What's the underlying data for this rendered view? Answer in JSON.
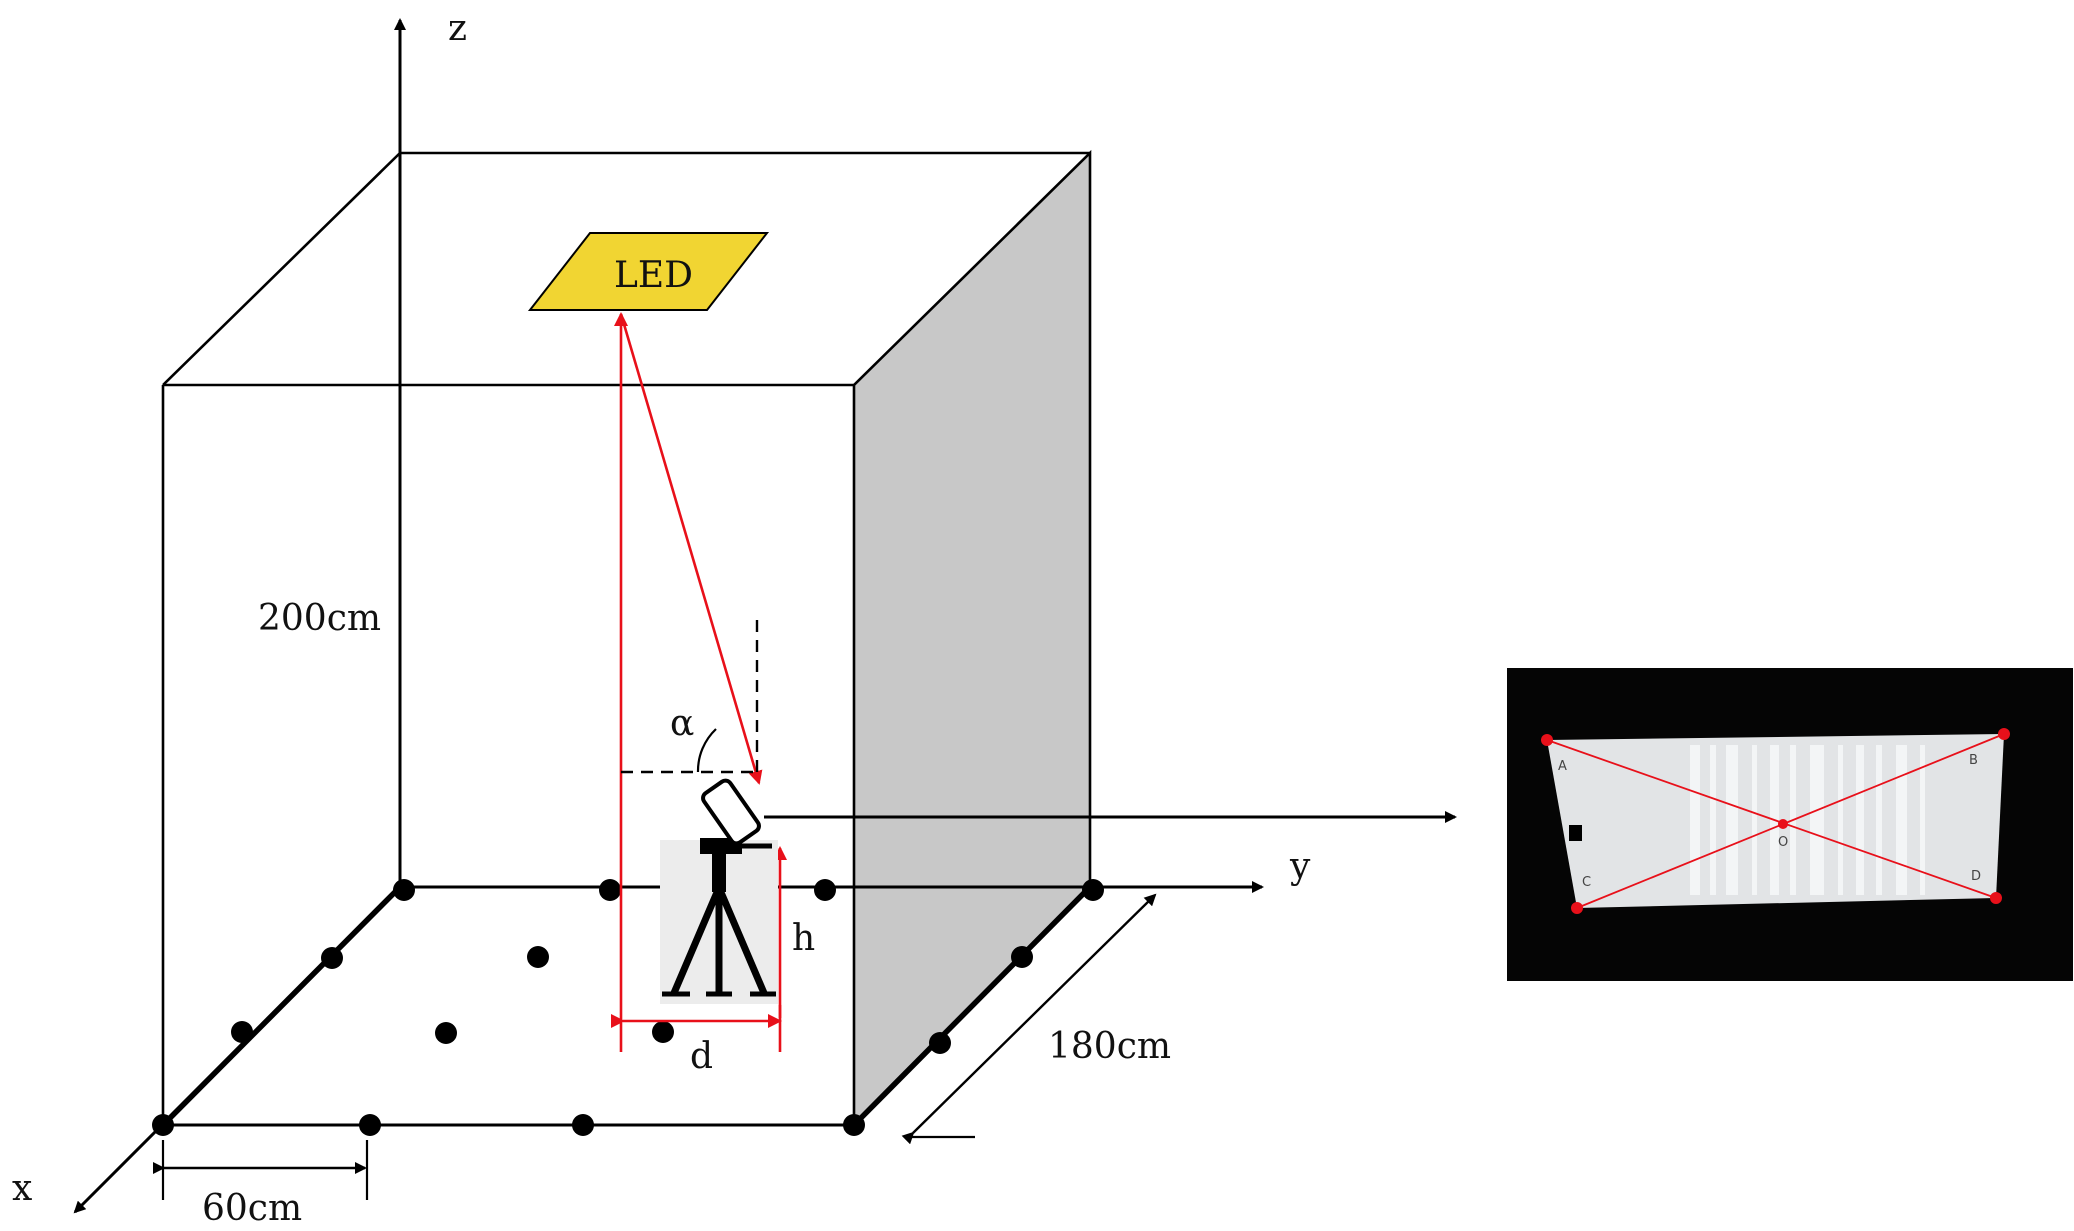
{
  "axes": {
    "x": "x",
    "y": "y",
    "z": "z"
  },
  "labels": {
    "led": "LED",
    "height": "200cm",
    "depth": "180cm",
    "grid_spacing": "60cm",
    "angle": "α",
    "tripod_height": "h",
    "horizontal_distance": "d"
  },
  "captured_image": {
    "corners": [
      "A",
      "B",
      "C",
      "D"
    ],
    "center": "O"
  },
  "colors": {
    "led_fill": "#f1d532",
    "red_markers": "#e8101a",
    "side_wall": "#c8c8c8",
    "captured_background": "#050505"
  },
  "icons": [
    "smartphone-icon",
    "tripod-icon"
  ]
}
